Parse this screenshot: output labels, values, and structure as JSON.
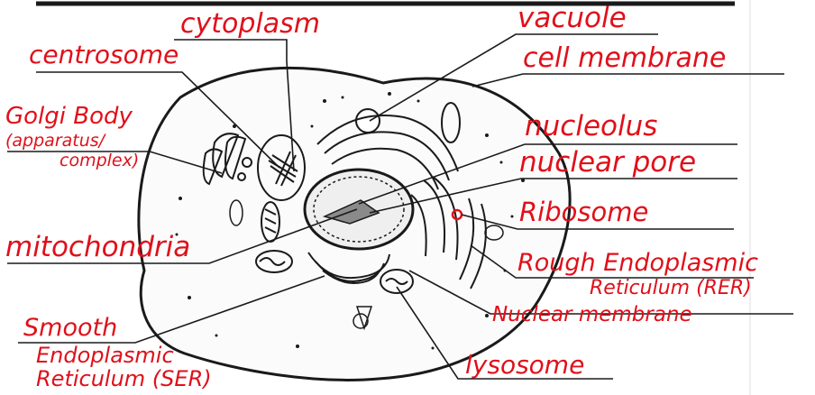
{
  "labels": {
    "cytoplasm": "cytoplasm",
    "centrosome": "centrosome",
    "golgi_1": "Golgi Body",
    "golgi_2": "(apparatus/",
    "golgi_3": "complex)",
    "mitochondria": "mitochondria",
    "ser_1": "Smooth",
    "ser_2": "Endoplasmic",
    "ser_3": "Reticulum (SER)",
    "vacuole": "vacuole",
    "cell_membrane": "cell membrane",
    "nucleolus": "nucleolus",
    "nuclear_pore": "nuclear pore",
    "ribosome": "Ribosome",
    "rer_1": "Rough Endoplasmic",
    "rer_2": "Reticulum (RER)",
    "nuclear_membrane": "Nuclear membrane",
    "lysosome": "lysosome"
  },
  "colors": {
    "ink": "#e0101a",
    "line": "#1a1a1a"
  }
}
